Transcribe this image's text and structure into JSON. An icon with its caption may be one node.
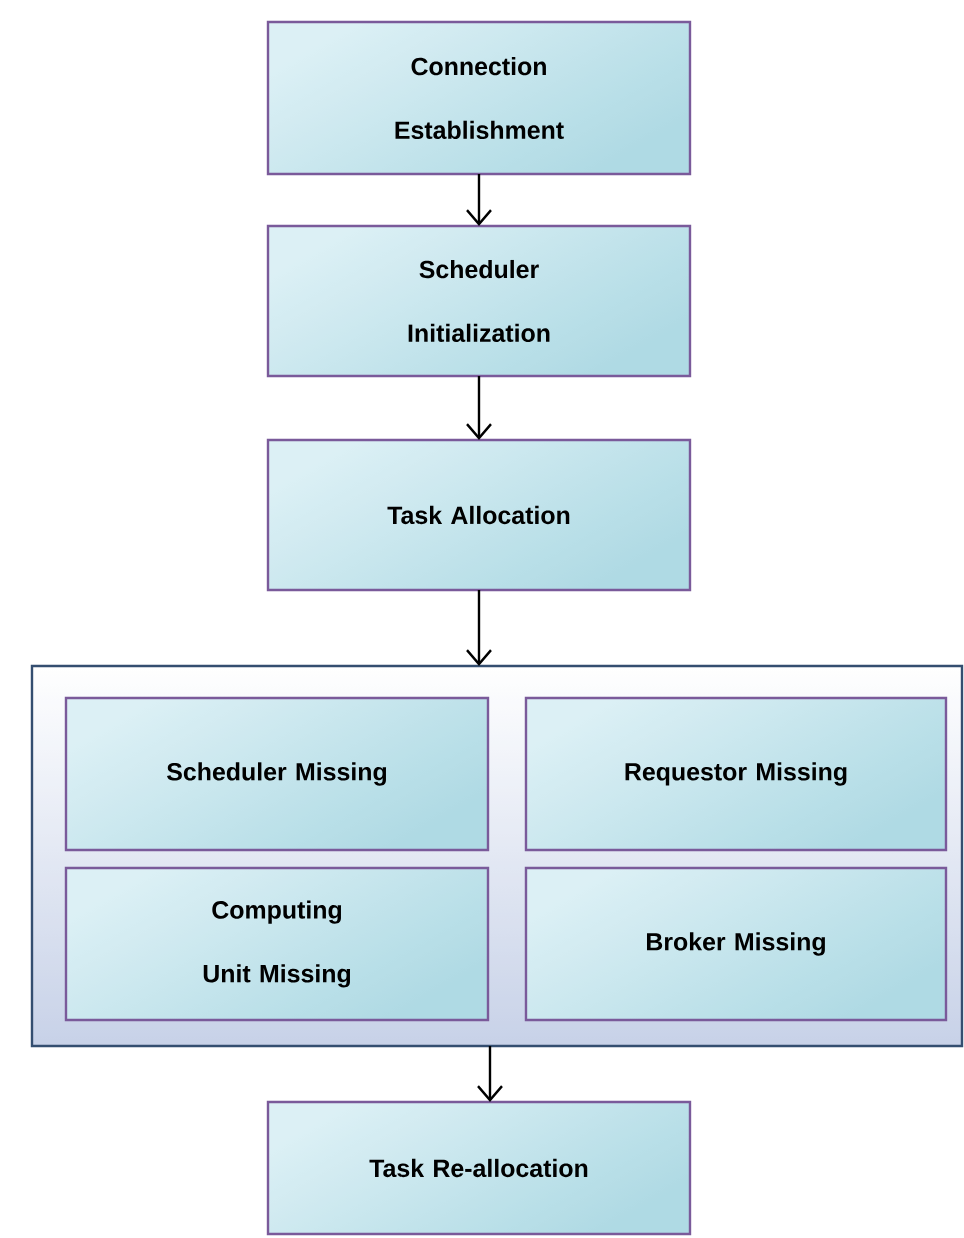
{
  "diagram": {
    "nodes": [
      {
        "text": [
          "Connection Establishment"
        ]
      },
      {
        "text": [
          "Scheduler Initialization"
        ]
      },
      {
        "text": [
          "Task Allocation"
        ]
      },
      {
        "text": [],
        "shape": "box"
      },
      {
        "text": [
          "Scheduler Missing"
        ],
        "in": 3
      },
      {
        "text": [
          "Requestor Missing"
        ],
        "in": 3
      },
      {
        "text": [
          "Computing Unit Missing"
        ],
        "in": 3
      },
      {
        "text": [
          "Broker Missing"
        ],
        "in": 3
      },
      {
        "text": [
          "Task Re-allocation"
        ]
      }
    ],
    "edges": [
      {
        "from": 0,
        "to": 1,
        "arrow": "to"
      },
      {
        "from": 1,
        "to": 2,
        "arrow": "to"
      },
      {
        "from": 2,
        "to": 3,
        "arrow": "to"
      },
      {
        "from": 3,
        "to": 8,
        "arrow": "to"
      }
    ]
  }
}
